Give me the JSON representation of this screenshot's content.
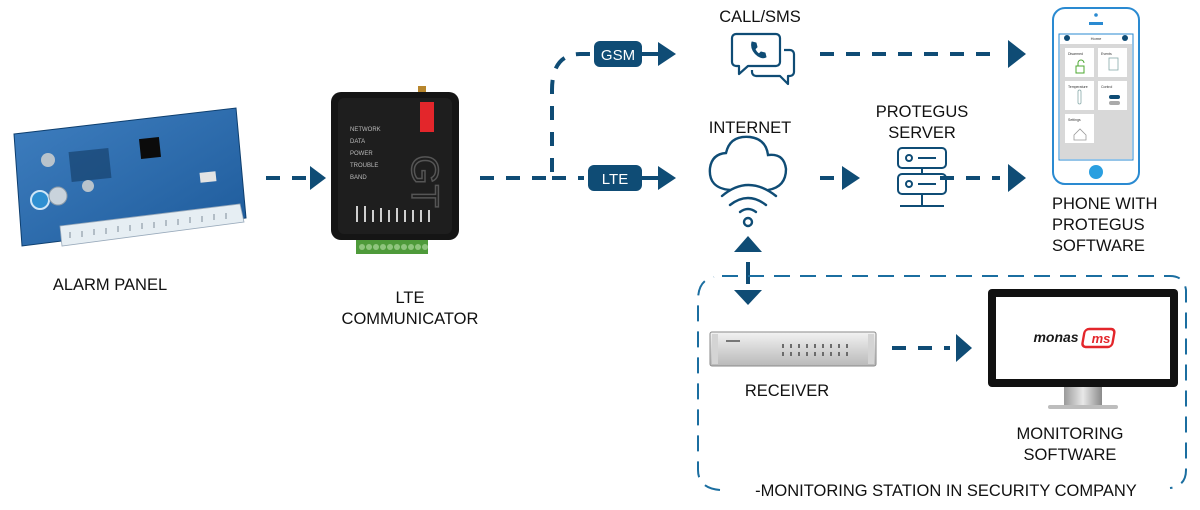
{
  "colors": {
    "accent": "#0f4c75",
    "dashed_box": "#1b6ea0",
    "monas_red": "#e3262b"
  },
  "nodes": {
    "alarm_panel": {
      "label": "ALARM PANEL"
    },
    "communicator": {
      "label_line1": "LTE",
      "label_line2": "COMMUNICATOR",
      "leds": [
        "NETWORK",
        "DATA",
        "POWER",
        "TROUBLE",
        "BAND"
      ],
      "brand_mark": "GT"
    },
    "call_sms": {
      "label": "CALL/SMS"
    },
    "internet": {
      "label": "INTERNET"
    },
    "server": {
      "label_line1": "PROTEGUS",
      "label_line2": "SERVER"
    },
    "phone": {
      "label_line1": "PHONE WITH",
      "label_line2": "PROTEGUS",
      "label_line3": "SOFTWARE",
      "screen_title": "Home",
      "tiles": [
        "Disarmed",
        "Events",
        "Temperature",
        "Control",
        "Settings"
      ]
    },
    "receiver": {
      "label": "RECEIVER"
    },
    "monitoring": {
      "label_line1": "MONITORING",
      "label_line2": "SOFTWARE",
      "logo_text": "monas",
      "logo_badge": "ms"
    },
    "station": {
      "label": "-MONITORING STATION IN SECURITY COMPANY"
    }
  },
  "channels": {
    "gsm": "GSM",
    "lte": "LTE"
  }
}
